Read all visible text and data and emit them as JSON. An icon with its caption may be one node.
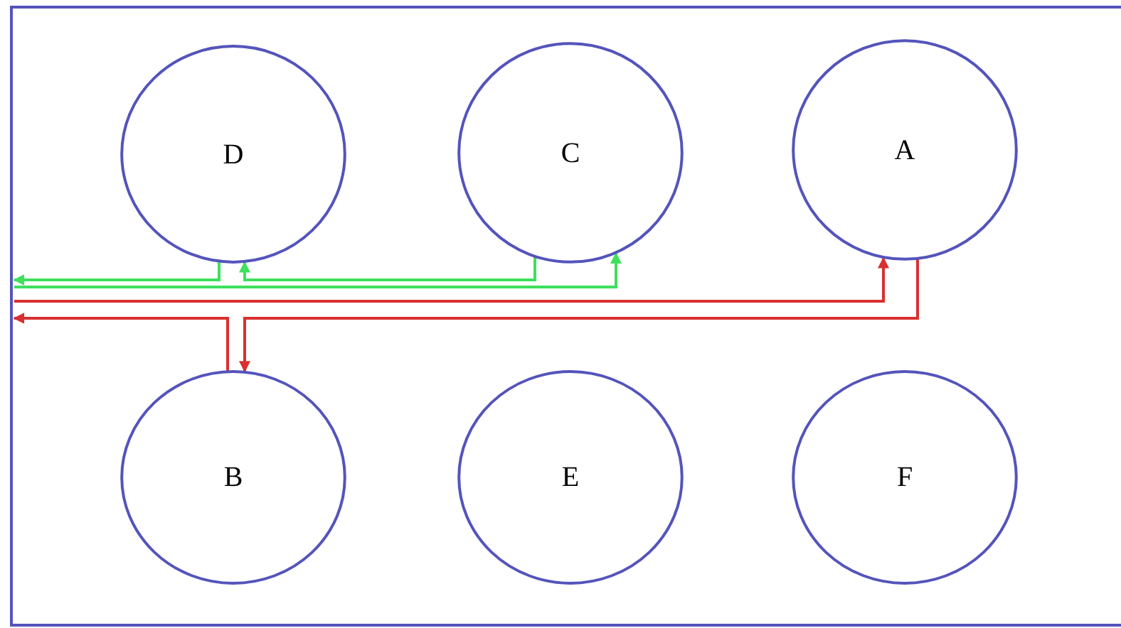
{
  "diagram": {
    "nodes": [
      {
        "text": [
          "D"
        ]
      },
      {
        "text": [
          "C"
        ]
      },
      {
        "text": [
          "A"
        ]
      },
      {
        "text": [
          "B"
        ]
      },
      {
        "text": [
          "E"
        ]
      },
      {
        "text": [
          "F"
        ]
      }
    ],
    "edges": [
      {
        "from": 0,
        "to": null,
        "arrow": "to",
        "color": "#3ee05c"
      },
      {
        "from": 1,
        "to": 0,
        "arrow": "to",
        "color": "#3ee05c"
      },
      {
        "from": null,
        "to": 1,
        "arrow": "to",
        "color": "#3ee05c"
      },
      {
        "from": null,
        "to": 2,
        "arrow": "to",
        "color": "#d83030"
      },
      {
        "from": 2,
        "to": 3,
        "arrow": "to",
        "color": "#d83030"
      },
      {
        "from": 3,
        "to": null,
        "arrow": "to",
        "color": "#d83030"
      }
    ]
  }
}
